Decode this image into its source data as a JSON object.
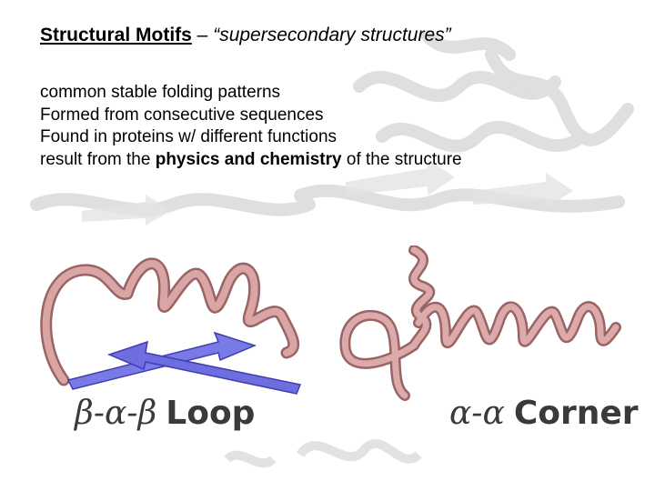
{
  "title": {
    "bold": "Structural Motifs",
    "dash": " – ",
    "italic": "“supersecondary structures”"
  },
  "bullets": [
    {
      "text": "common stable folding patterns"
    },
    {
      "text": "Formed from consecutive sequences"
    },
    {
      "text": "Found in proteins w/ different functions"
    },
    {
      "before": "result from the ",
      "bold": "physics and chemistry",
      "after": " of the structure"
    }
  ],
  "motifs": [
    {
      "greek": "β-α-β",
      "word": "Loop"
    },
    {
      "greek": "α-α",
      "word": "Corner"
    }
  ],
  "colors": {
    "helix": "#c98e8e",
    "helix_dark": "#9b6464",
    "strand": "#6e6ee0",
    "strand_dark": "#3f3fb0",
    "watermark": "#d8d8d8"
  }
}
